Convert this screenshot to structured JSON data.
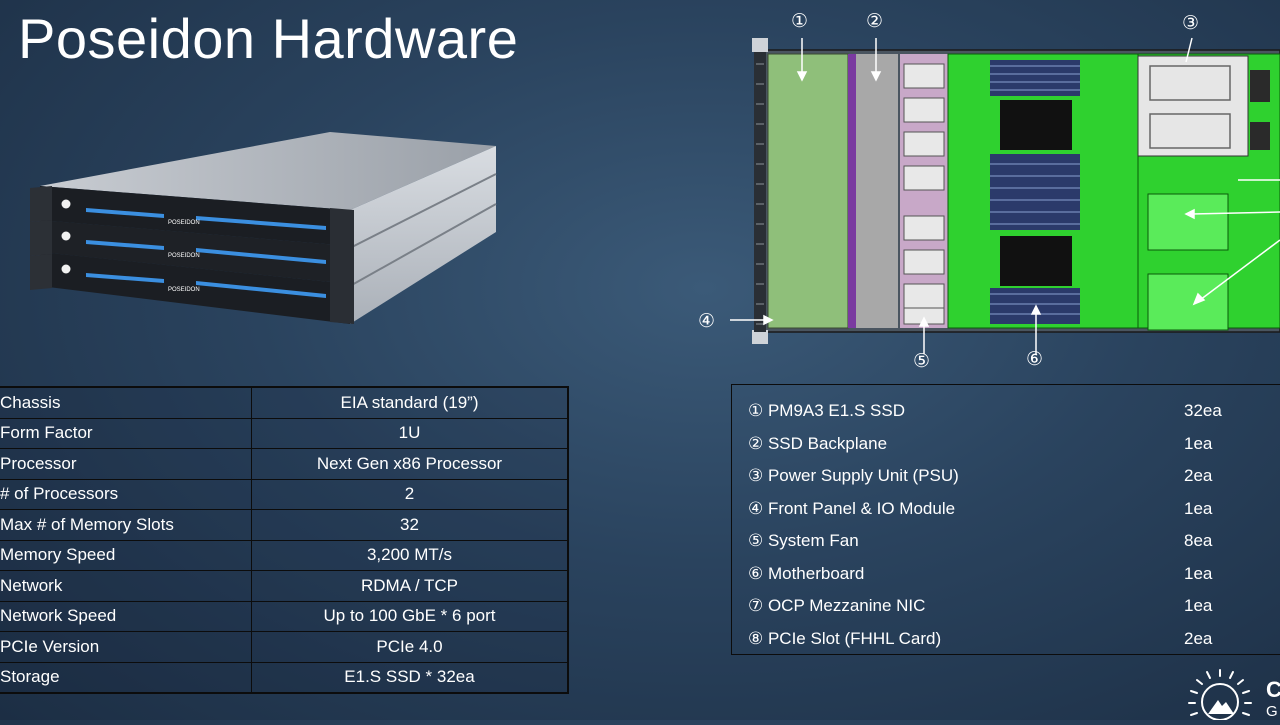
{
  "title": "Poseidon Hardware",
  "server_brand": "POSEIDON",
  "specs": [
    {
      "label": "Chassis",
      "value": "EIA standard (19”)"
    },
    {
      "label": "Form Factor",
      "value": "1U"
    },
    {
      "label": "Processor",
      "value": "Next Gen x86 Processor"
    },
    {
      "label": "# of Processors",
      "value": "2"
    },
    {
      "label": "Max # of Memory Slots",
      "value": "32"
    },
    {
      "label": "Memory Speed",
      "value": "3,200 MT/s"
    },
    {
      "label": "Network",
      "value": "RDMA / TCP"
    },
    {
      "label": "Network Speed",
      "value": "Up to 100 GbE * 6 port"
    },
    {
      "label": "PCIe  Version",
      "value": "PCIe  4.0"
    },
    {
      "label": "Storage",
      "value": "E1.S SSD * 32ea"
    }
  ],
  "callouts": [
    "①",
    "②",
    "③",
    "④",
    "⑤",
    "⑥"
  ],
  "parts": [
    {
      "name": "① PM9A3 E1.S SSD",
      "qty": "32ea"
    },
    {
      "name": "② SSD Backplane",
      "qty": "1ea"
    },
    {
      "name": "③ Power Supply Unit (PSU)",
      "qty": "2ea"
    },
    {
      "name": "④ Front Panel & IO Module",
      "qty": "1ea"
    },
    {
      "name": "⑤ System Fan",
      "qty": "8ea"
    },
    {
      "name": "⑥ Motherboard",
      "qty": "1ea"
    },
    {
      "name": "⑦ OCP Mezzanine NIC",
      "qty": "1ea"
    },
    {
      "name": "⑧ PCIe Slot (FHHL Card)",
      "qty": "2ea"
    }
  ],
  "logo_letters": [
    "C",
    "G"
  ],
  "colors": {
    "background": "#2a435e",
    "board_green": "#2fd12f",
    "ssd_panel": "#8fbf7a",
    "backplane_gray": "#a8a8a8",
    "table_border": "#0c0c0c"
  }
}
